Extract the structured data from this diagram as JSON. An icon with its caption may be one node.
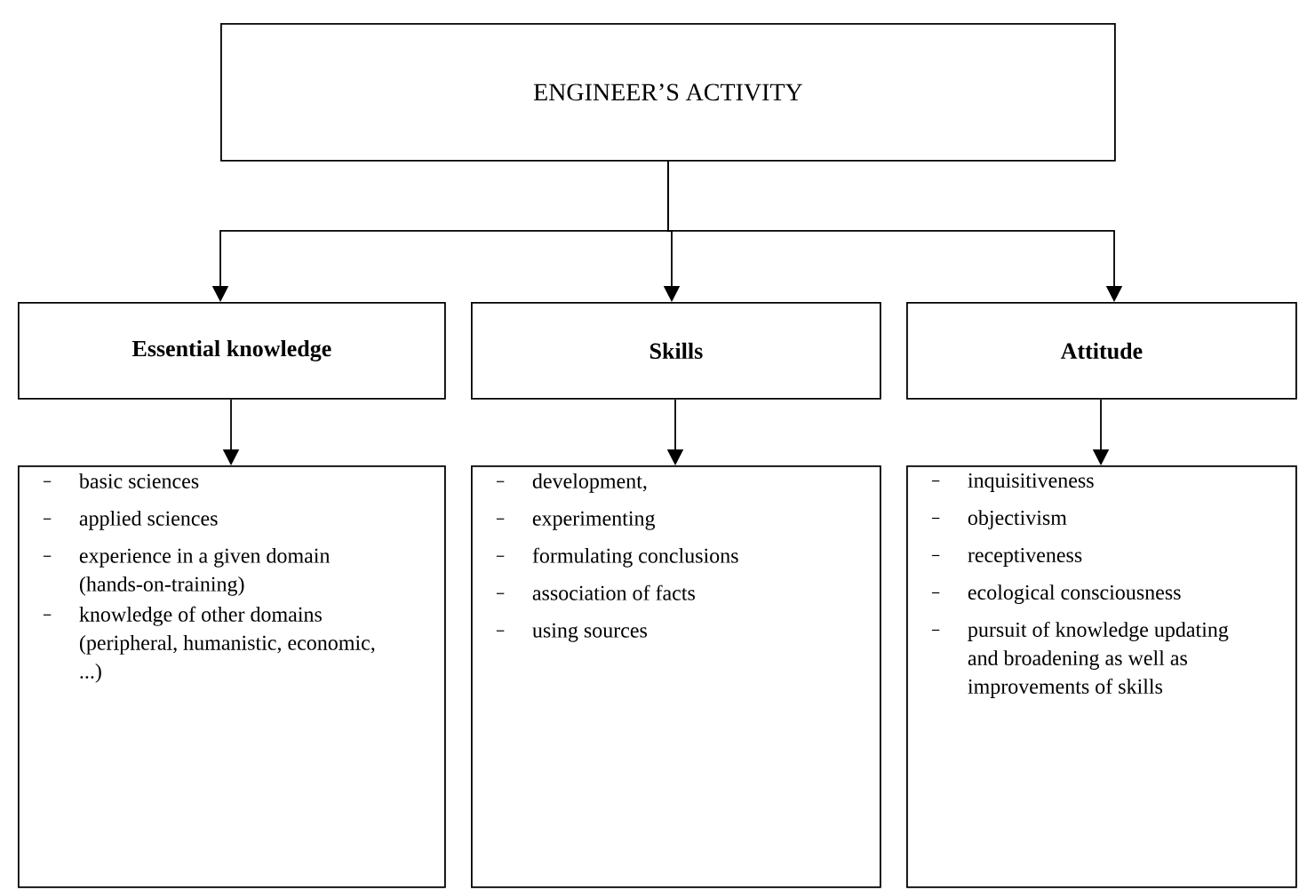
{
  "diagram": {
    "nodes": [
      {
        "text": [
          "ENGINEER’S ACTIVITY"
        ]
      },
      {
        "text": [
          "Essential knowledge"
        ]
      },
      {
        "text": [
          "Skills"
        ]
      },
      {
        "text": [
          "Attitude"
        ]
      },
      {
        "text": [
          "basic sciences",
          "applied sciences",
          "experience in a given domain (hands-on-training)",
          "knowledge of other domains (peripheral, humanistic, economic, ...)"
        ]
      },
      {
        "text": [
          "development,",
          "experimenting",
          "formulating conclusions",
          "association of facts",
          "using sources"
        ]
      },
      {
        "text": [
          "inquisitiveness",
          "objectivism",
          "receptiveness",
          "ecological consciousness",
          "pursuit of knowledge updating and broadening as well as improvements of skills"
        ]
      }
    ],
    "edges": [
      {
        "from": 0,
        "to": 1,
        "arrow": "to"
      },
      {
        "from": 0,
        "to": 2,
        "arrow": "to"
      },
      {
        "from": 0,
        "to": 3,
        "arrow": "to"
      },
      {
        "from": 1,
        "to": 4,
        "arrow": "to"
      },
      {
        "from": 2,
        "to": 5,
        "arrow": "to"
      },
      {
        "from": 3,
        "to": 6,
        "arrow": "to"
      }
    ]
  }
}
